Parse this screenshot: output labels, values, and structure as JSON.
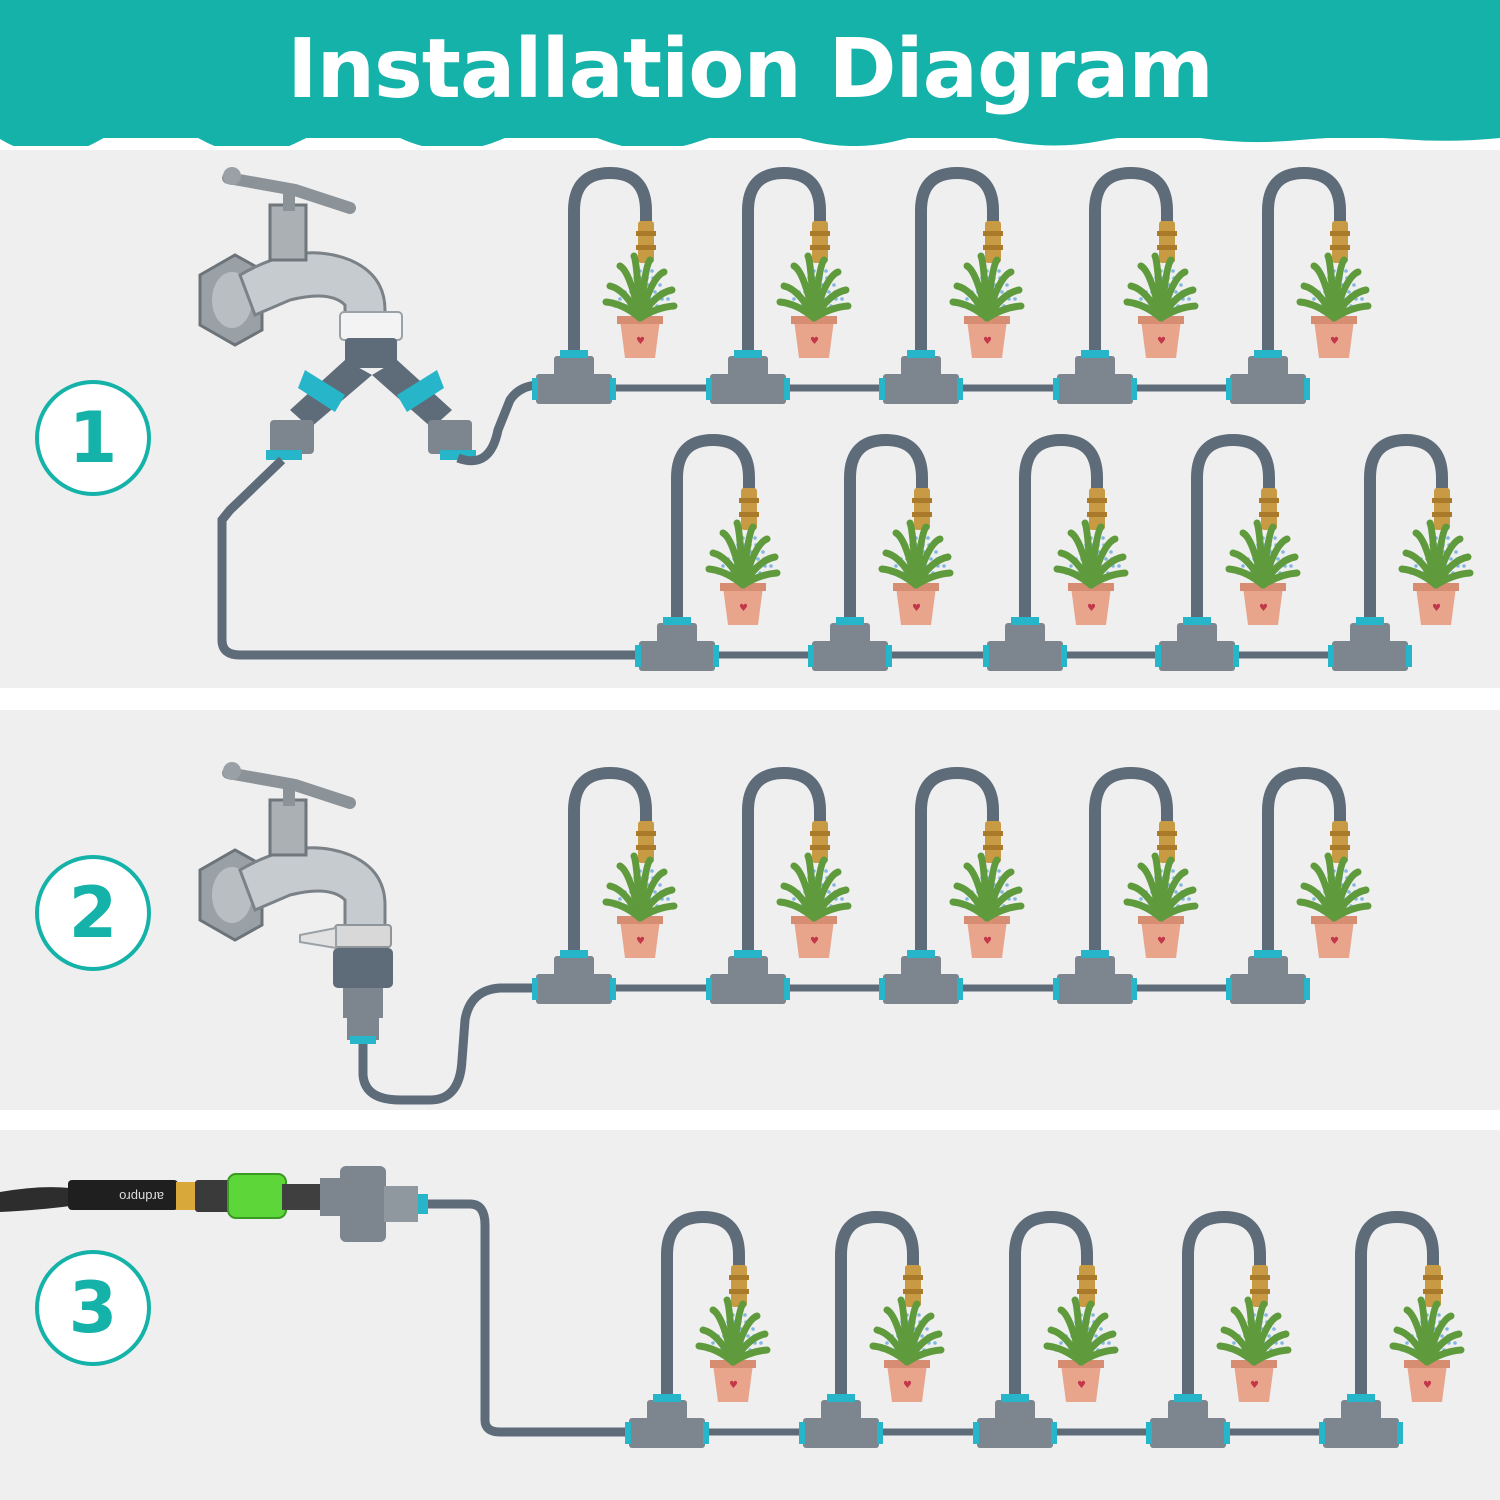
{
  "header": {
    "title": "Installation Diagram"
  },
  "steps": [
    {
      "label": "1"
    },
    {
      "label": "2"
    },
    {
      "label": "3"
    }
  ],
  "hose_brand": "ardnpro",
  "colors": {
    "accent": "#14b2a8",
    "tube": "#5e6b78",
    "fitting": "#7d868f",
    "ring": "#27b6c9",
    "brass": "#c89a44",
    "pot": "#e9a58b",
    "leaf": "#5f9a3c",
    "connector_green": "#5dd63a"
  }
}
